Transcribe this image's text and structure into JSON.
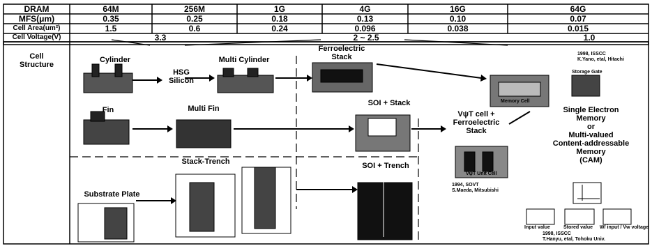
{
  "table": {
    "row_labels": [
      "DRAM",
      "MFS(μm)",
      "Cell Area(um²)",
      "Cell Voltage(V)"
    ],
    "generations": [
      "64M",
      "256M",
      "1G",
      "4G",
      "16G",
      "64G"
    ],
    "mfs": [
      "0.35",
      "0.25",
      "0.18",
      "0.13",
      "0.10",
      "0.07"
    ],
    "cell_area": [
      "1.5",
      "0.6",
      "0.24",
      "0.096",
      "0.038",
      "0.015"
    ],
    "cell_voltage": [
      "3.3",
      "2 ~ 2.5",
      "1.0"
    ]
  },
  "row_header": "Cell\nStructure",
  "structures": {
    "cylinder": "Cylinder",
    "hsg": "HSG\nSilicon",
    "multi_cylinder": "Multi Cylinder",
    "ferro_stack": "Ferroelectric\nStack",
    "fin": "Fin",
    "multi_fin": "Multi Fin",
    "soi_stack": "SOI + Stack",
    "vt_cell": "VψT cell +\nFerroelectric\nStack",
    "single_electron": "Single Electron\nMemory\nor\nMulti-valued\nContent-addressable\nMemory\n(CAM)",
    "stack_trench": "Stack-Trench",
    "soi_trench": "SOI + Trench",
    "substrate_plate": "Substrate Plate"
  },
  "annotations": {
    "isscc_top": "1998, ISSCC\nK.Yano, etal, Hitachi",
    "sovt": "1994, SOVT\nS.Maeda, Mitsubishi",
    "isscc_bottom": "1998, ISSCC\nT.Hanyu, etal, Tohoku Univ.",
    "memory_cell": "Memory Cell",
    "storage_gate": "Storage Gate",
    "vt_unit": "VψT Unit Cell",
    "input_value": "Input value",
    "stored_value": "Stored value",
    "wl_input": "W/ input / Vw voltage"
  }
}
